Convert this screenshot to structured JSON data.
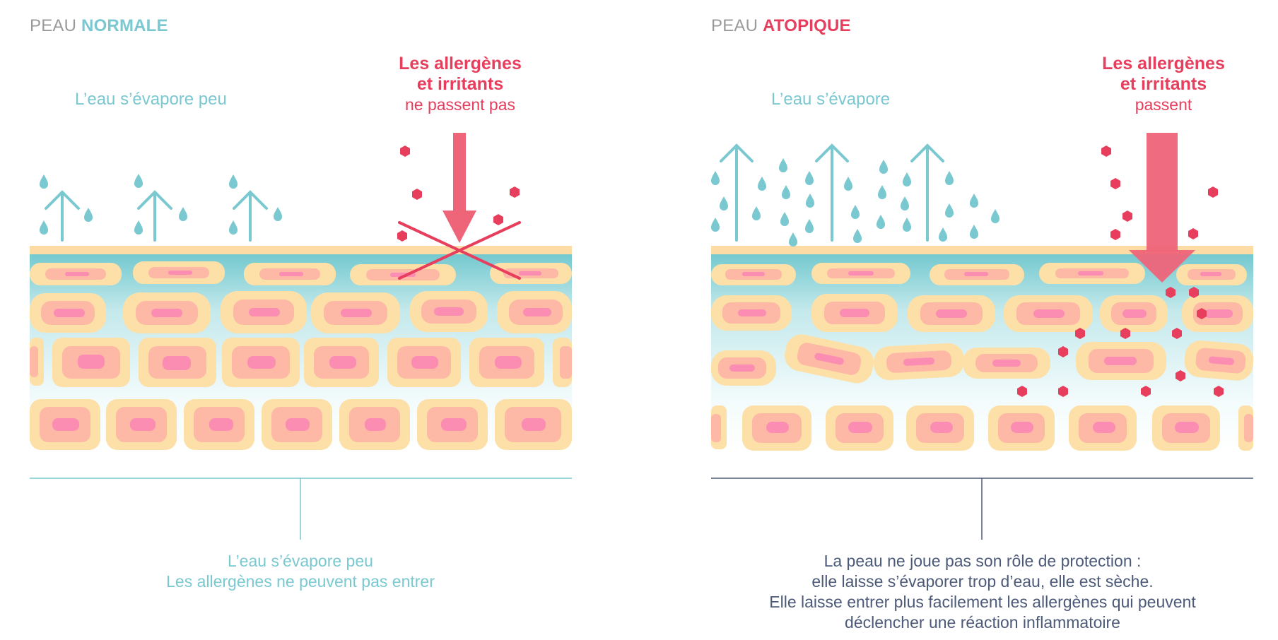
{
  "left": {
    "title_prefix": "PEAU ",
    "title_highlight": "NORMALE",
    "water_label": "L’eau s’évapore peu",
    "allergen_bold_1": "Les allergènes",
    "allergen_bold_2": "et irritants",
    "allergen_thin": "ne passent pas",
    "caption": [
      "L’eau s’évapore peu",
      "Les allergènes ne peuvent pas entrer"
    ]
  },
  "right": {
    "title_prefix": "PEAU ",
    "title_highlight": "ATOPIQUE",
    "water_label": "L’eau s’évapore",
    "allergen_bold_1": "Les allergènes",
    "allergen_bold_2": "et irritants",
    "allergen_thin": "passent",
    "caption": [
      "La peau ne joue pas son rôle de protection :",
      "elle laisse s’évaporer trop d’eau, elle est sèche.",
      "Elle laisse entrer plus facilement les allergènes qui peuvent",
      "déclencher une réaction inflammatoire"
    ]
  },
  "colors": {
    "water": "#7ac8d0",
    "allergen": "#e63e5c",
    "arrow": "#ee6479",
    "cell_outer": "#fde0a8",
    "cell_mid": "#fdb8a6",
    "nucleus": "#fb8db3",
    "surface": "#fcdba4",
    "text_dark": "#4c5a78"
  },
  "icons": [
    "water-drop-icon",
    "up-arrow-icon",
    "down-arrow-icon",
    "cross-icon",
    "allergen-hexagon-icon",
    "skin-cell-icon"
  ]
}
